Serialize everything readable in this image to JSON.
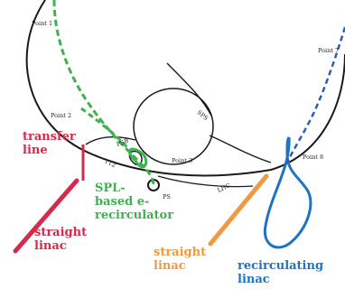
{
  "colors": {
    "red": "#d42a4c",
    "green": "#3db24f",
    "orange": "#ef9a43",
    "blue": "#1f73c2",
    "dark": "#1a1a1a",
    "blue_dash": "#2d5fb0"
  },
  "points": {
    "p1": "Point 1",
    "p2": "Point 2",
    "p3": "Point 3",
    "p7": "Point 7",
    "p8": "Point 8"
  },
  "rings": {
    "sps": "SPS",
    "psb": "PSB",
    "tt2": "TT2",
    "lhc_line": "LHC",
    "ps": "PS"
  },
  "labels": {
    "transfer_line": [
      "transfer",
      "line"
    ],
    "straight_linac_red": [
      "straight",
      "linac"
    ],
    "erecirculator": [
      "SPL-",
      "based e-",
      "recirculator"
    ],
    "straight_linac_orange": [
      "straight",
      "linac"
    ],
    "recirculating_linac": [
      "recirculating",
      "linac"
    ]
  }
}
